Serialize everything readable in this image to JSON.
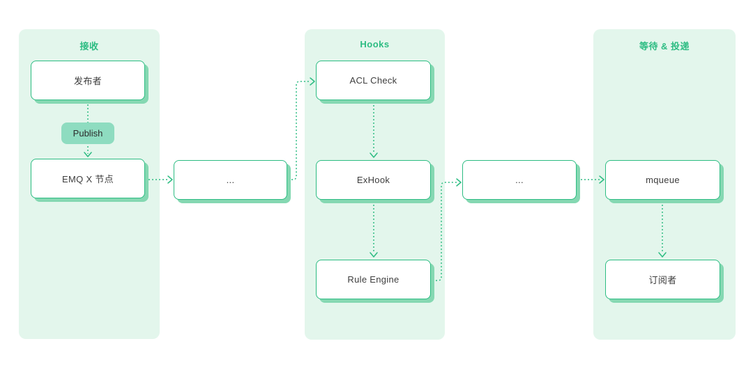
{
  "theme": {
    "bg": "#ffffff",
    "accent": "#2cbc82",
    "panel_bg": "#e3f6ec",
    "shadow": "#85d8b2",
    "badge_bg": "#8edcc0",
    "text": "#3d3d3d"
  },
  "panels": {
    "receive": {
      "title": "接收"
    },
    "hooks": {
      "title": "Hooks"
    },
    "deliver": {
      "title": "等待 & 投递"
    }
  },
  "nodes": {
    "publisher": "发布者",
    "publish_badge": "Publish",
    "emqx_node": "EMQ X 节点",
    "ellipsis_left": "...",
    "acl_check": "ACL Check",
    "exhook": "ExHook",
    "rule_engine": "Rule Engine",
    "ellipsis_right": "...",
    "mqueue": "mqueue",
    "subscriber": "订阅者"
  }
}
